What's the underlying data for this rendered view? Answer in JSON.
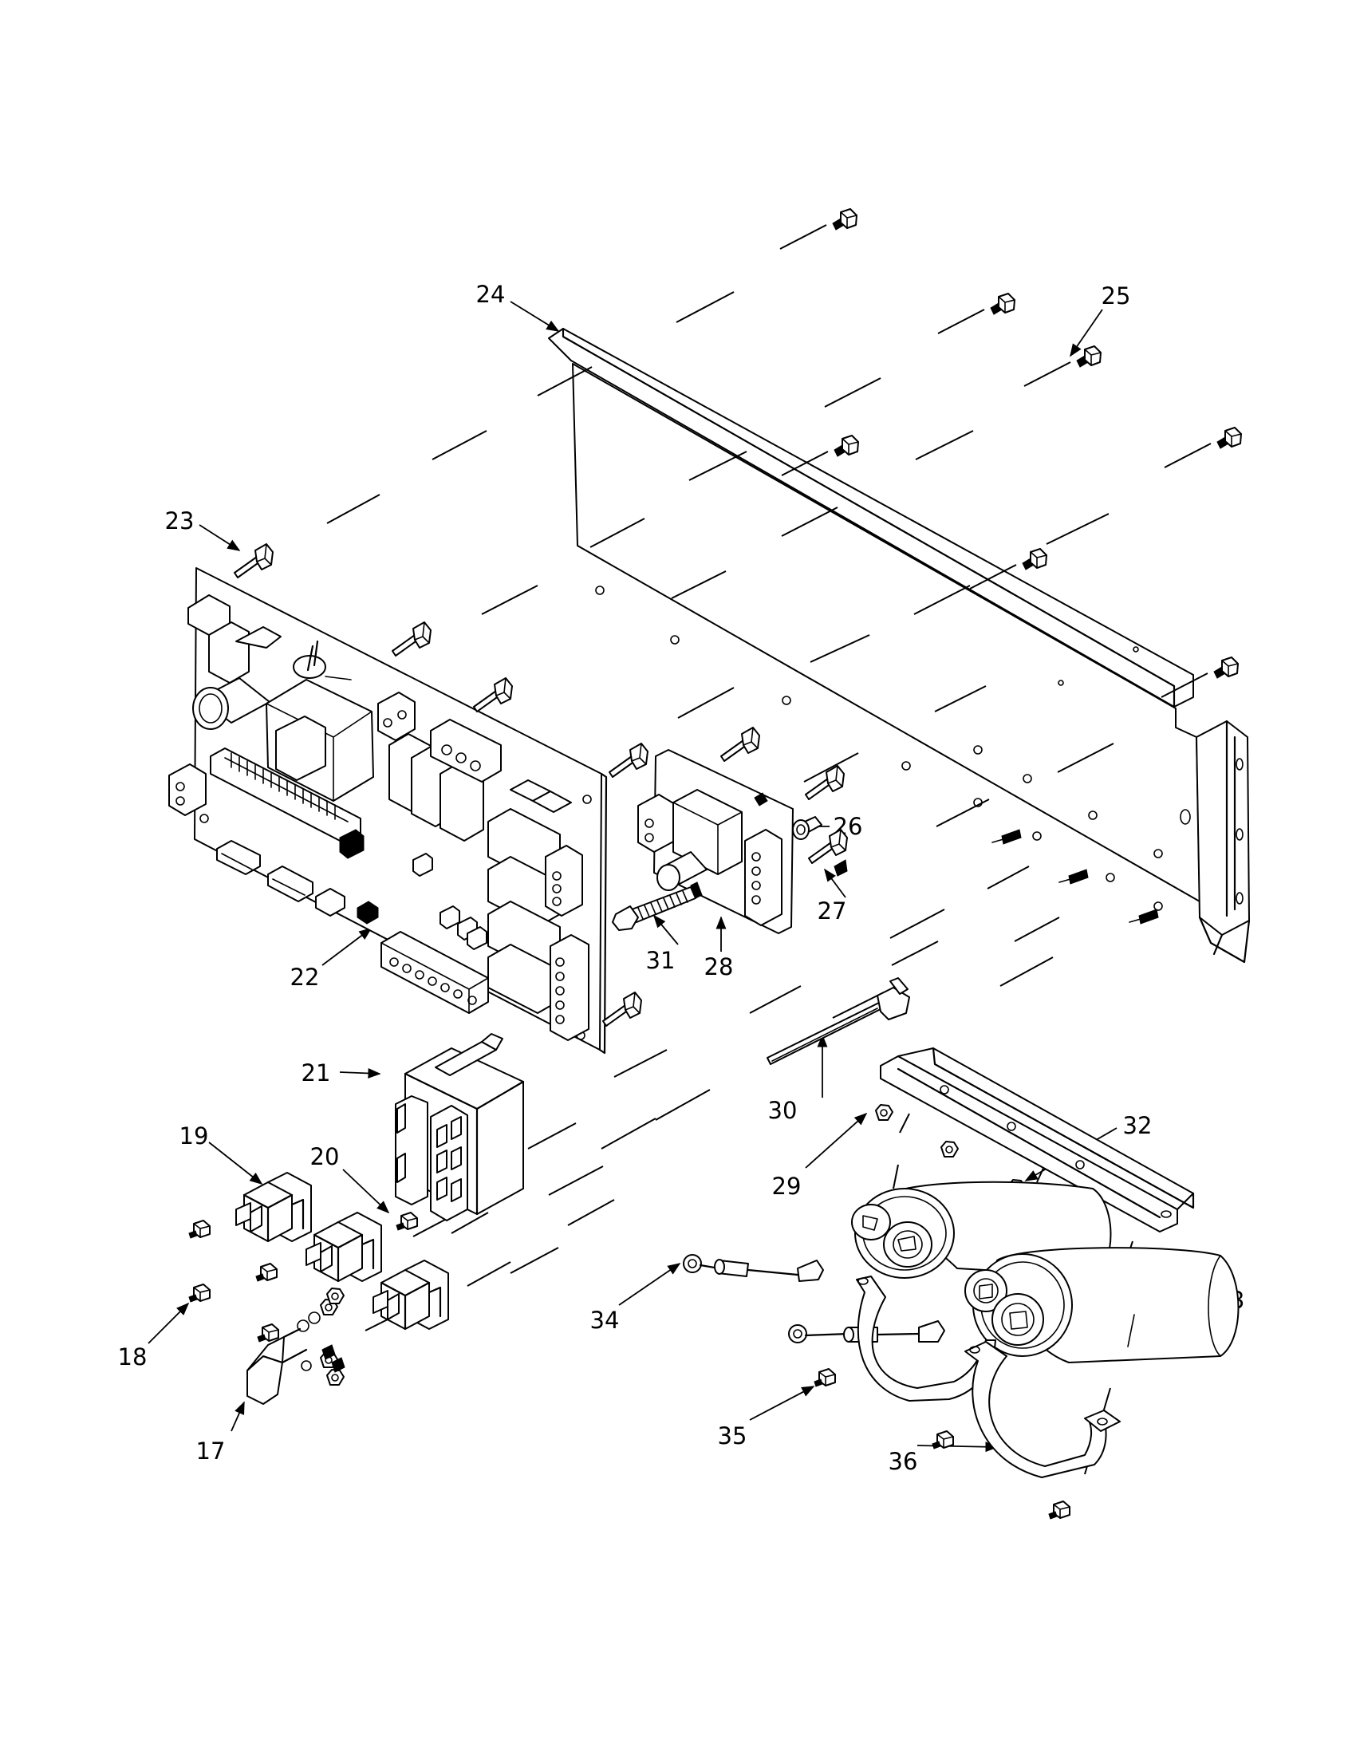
{
  "colors": {
    "ink": "#000000",
    "background": "#ffffff"
  },
  "callouts": [
    {
      "id": "17",
      "label": "17"
    },
    {
      "id": "18",
      "label": "18"
    },
    {
      "id": "19",
      "label": "19"
    },
    {
      "id": "20",
      "label": "20"
    },
    {
      "id": "21",
      "label": "21"
    },
    {
      "id": "22",
      "label": "22"
    },
    {
      "id": "23",
      "label": "23"
    },
    {
      "id": "24",
      "label": "24"
    },
    {
      "id": "25",
      "label": "25"
    },
    {
      "id": "26",
      "label": "26"
    },
    {
      "id": "27",
      "label": "27"
    },
    {
      "id": "28",
      "label": "28"
    },
    {
      "id": "29",
      "label": "29"
    },
    {
      "id": "30",
      "label": "30"
    },
    {
      "id": "31",
      "label": "31"
    },
    {
      "id": "32",
      "label": "32"
    },
    {
      "id": "33",
      "label": "33"
    },
    {
      "id": "34",
      "label": "34"
    },
    {
      "id": "35",
      "label": "35"
    },
    {
      "id": "36",
      "label": "36"
    }
  ]
}
